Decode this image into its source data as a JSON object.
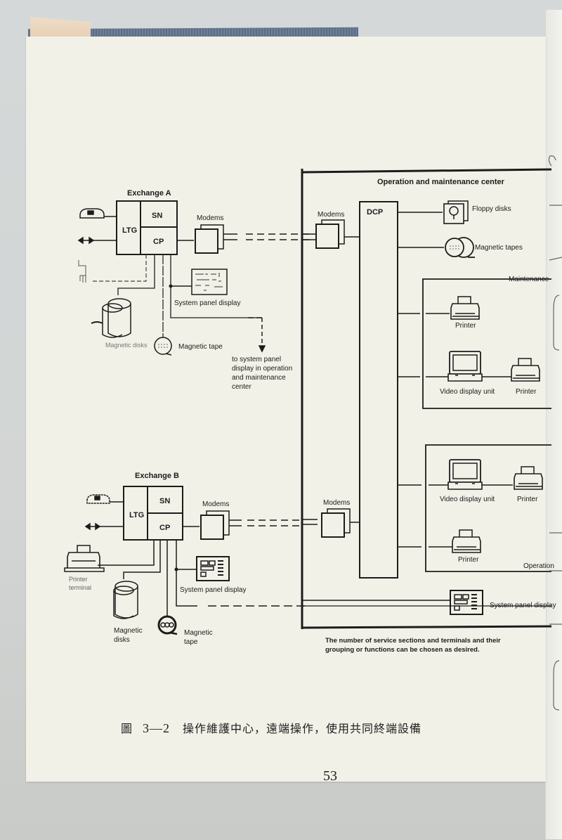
{
  "page": {
    "page_number": "53",
    "figure_caption": {
      "label": "圖",
      "number": "3—2",
      "text": "操作維護中心，遠端操作，使用共同終端設備"
    }
  },
  "diagram": {
    "exchange_a": {
      "title": "Exchange A",
      "blocks": {
        "ltg": "LTG",
        "sn": "SN",
        "cp": "CP"
      },
      "modems": "Modems",
      "system_panel_display": "System panel display",
      "magnetic_disks": "Magnetic disks",
      "magnetic_tape": "Magnetic tape",
      "arrow_note": [
        "to system panel",
        "display in operation",
        "and maintenance",
        "center"
      ]
    },
    "exchange_b": {
      "title": "Exchange B",
      "blocks": {
        "ltg": "LTG",
        "sn": "SN",
        "cp": "CP"
      },
      "modems": "Modems",
      "printer_terminal": [
        "Printer",
        "terminal"
      ],
      "system_panel_display": "System panel display",
      "magnetic_disks": [
        "Magnetic",
        "disks"
      ],
      "magnetic_tape": [
        "Magnetic",
        "tape"
      ]
    },
    "omc": {
      "title": "Operation and maintenance center",
      "modems": "Modems",
      "dcp": "DCP",
      "floppy_disks": "Floppy disks",
      "magnetic_tapes": "Magnetic tapes",
      "maintenance_section": {
        "label": "Maintenance",
        "printer_1": "Printer",
        "video_display_unit": "Video display unit",
        "printer_2": "Printer"
      },
      "operation_section": {
        "label": "Operation",
        "video_display_unit": "Video display unit",
        "printer_1": "Printer",
        "printer_2": "Printer"
      },
      "system_panel_display": "System panel display",
      "note": [
        "The number of service sections and terminals and their",
        "grouping or functions can be chosen as desired."
      ]
    }
  }
}
